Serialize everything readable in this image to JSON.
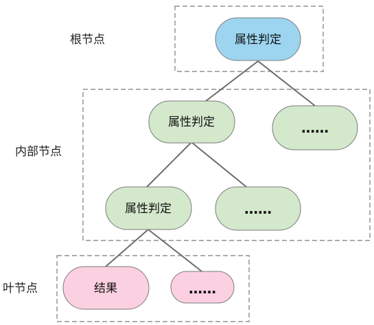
{
  "labels": {
    "root": "根节点",
    "internal": "内部节点",
    "leaf": "叶节点"
  },
  "nodes": {
    "root": "属性判定",
    "internal_left": "属性判定",
    "internal_right": "……",
    "lower_left": "属性判定",
    "lower_right": "……",
    "leaf_result": "结果",
    "leaf_more": "……"
  },
  "colors": {
    "root_fill": "#9dd5f0",
    "internal_fill": "#d4e8cc",
    "leaf_fill": "#fbd0e0",
    "edge": "#6b6b6b",
    "group_border": "#7a7a7a"
  }
}
